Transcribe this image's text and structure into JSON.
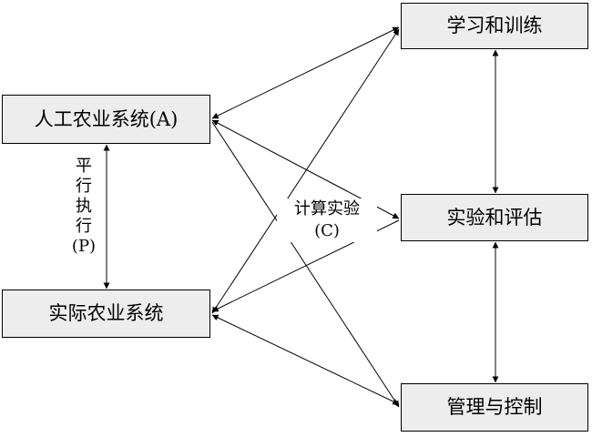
{
  "boxes": {
    "artificial_system": "人工农业系统(A)",
    "actual_system": "实际农业系统",
    "learning_training": "学习和训练",
    "experiment_evaluation": "实验和评估",
    "management_control": "管理与控制"
  },
  "labels": {
    "parallel_execution": [
      "平",
      "行",
      "执",
      "行",
      "(P)"
    ],
    "computational_experiment_line1": "计算实验",
    "computational_experiment_line2": "(C)"
  }
}
